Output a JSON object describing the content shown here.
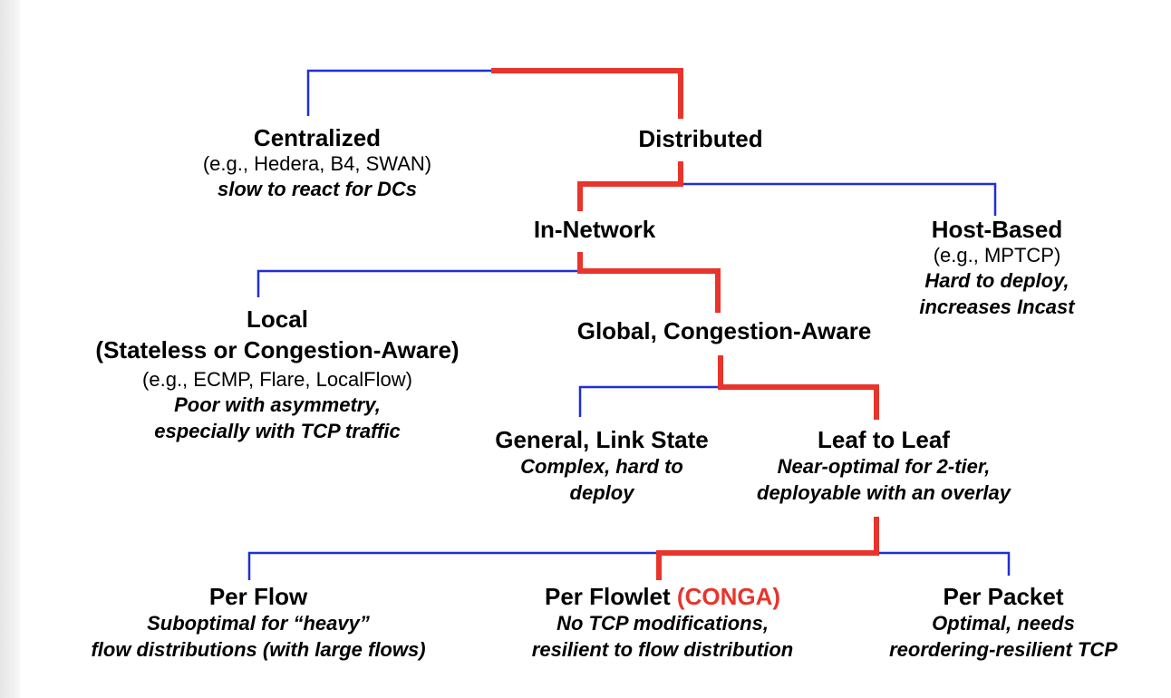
{
  "colors": {
    "highlight_path": "#e8342a",
    "other_path": "#1f2fd6",
    "conga_text": "#e8342a",
    "text": "#000000"
  },
  "nodes": {
    "centralized": {
      "title": "Centralized",
      "example": "(e.g., Hedera, B4, SWAN)",
      "desc": [
        "slow to react for DCs"
      ]
    },
    "distributed": {
      "title": "Distributed"
    },
    "in_network": {
      "title": "In-Network"
    },
    "host_based": {
      "title": "Host-Based",
      "example": "(e.g., MPTCP)",
      "desc": [
        "Hard to deploy,",
        "increases Incast"
      ]
    },
    "local": {
      "title": "Local",
      "subtitle": "(Stateless or Congestion-Aware)",
      "example": "(e.g., ECMP, Flare, LocalFlow)",
      "desc": [
        "Poor with asymmetry,",
        "especially with TCP traffic"
      ]
    },
    "global": {
      "title": "Global, Congestion-Aware"
    },
    "general_link_state": {
      "title": "General, Link State",
      "desc": [
        "Complex, hard to",
        "deploy"
      ]
    },
    "leaf_to_leaf": {
      "title": "Leaf to Leaf",
      "desc": [
        "Near-optimal for 2-tier,",
        "deployable with an overlay"
      ]
    },
    "per_flow": {
      "title": "Per Flow",
      "desc": [
        "Suboptimal for “heavy”",
        "flow distributions (with large flows)"
      ]
    },
    "per_flowlet": {
      "title": "Per Flowlet",
      "title_highlight": "(CONGA)",
      "desc": [
        "No TCP modifications,",
        "resilient to flow distribution"
      ]
    },
    "per_packet": {
      "title": "Per Packet",
      "desc": [
        "Optimal, needs",
        "reordering-resilient TCP"
      ]
    }
  }
}
